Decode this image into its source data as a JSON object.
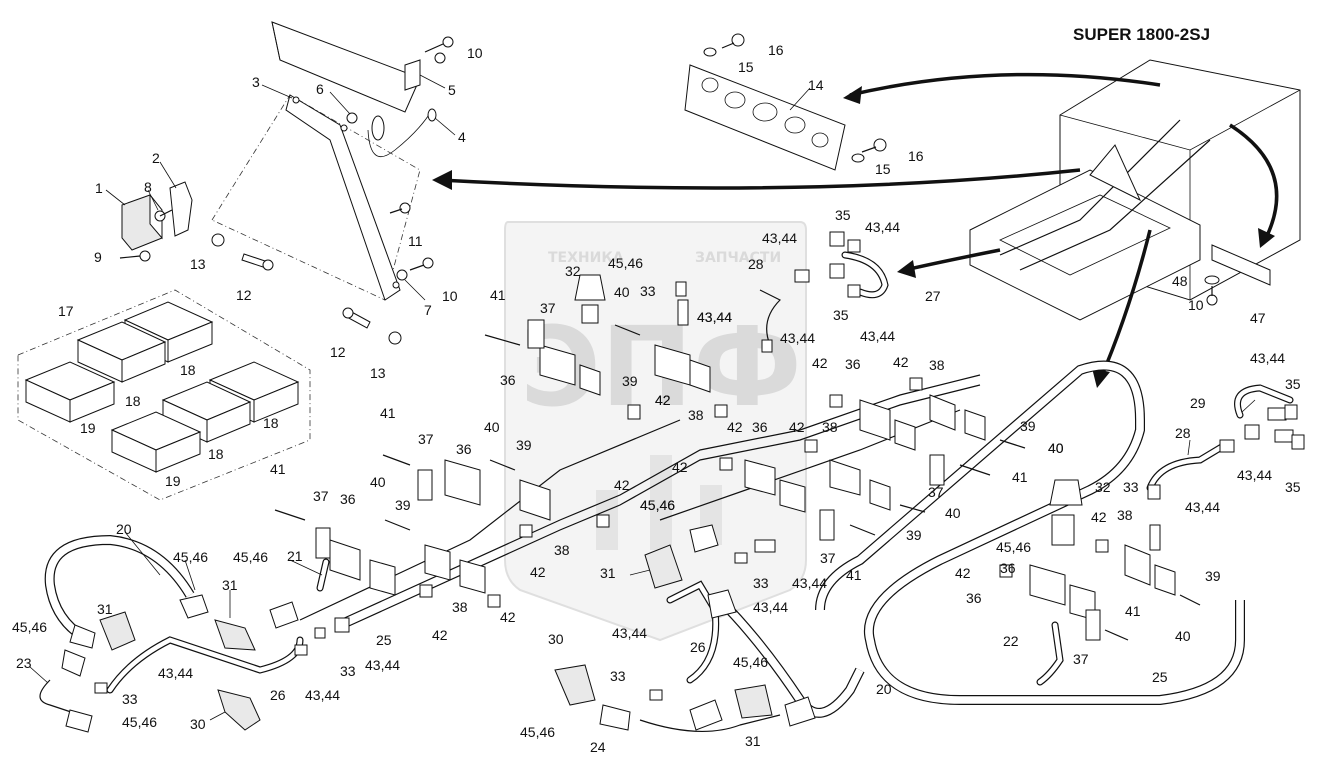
{
  "title": "SUPER 1800-2SJ",
  "watermark": {
    "top_left": "ТЕХНИКА",
    "top_right": "ЗАПЧАСТИ",
    "center": "ЭПФ"
  },
  "labels": [
    {
      "id": "l1",
      "text": "1"
    },
    {
      "id": "l2",
      "text": "2"
    },
    {
      "id": "l3",
      "text": "3"
    },
    {
      "id": "l4",
      "text": "4"
    },
    {
      "id": "l5",
      "text": "5"
    },
    {
      "id": "l6",
      "text": "6"
    },
    {
      "id": "l7",
      "text": "7"
    },
    {
      "id": "l8",
      "text": "8"
    },
    {
      "id": "l9",
      "text": "9"
    },
    {
      "id": "l10a",
      "text": "10"
    },
    {
      "id": "l10b",
      "text": "10"
    },
    {
      "id": "l10c",
      "text": "10"
    },
    {
      "id": "l11",
      "text": "11"
    },
    {
      "id": "l12a",
      "text": "12"
    },
    {
      "id": "l12b",
      "text": "12"
    },
    {
      "id": "l13a",
      "text": "13"
    },
    {
      "id": "l13b",
      "text": "13"
    },
    {
      "id": "l14",
      "text": "14"
    },
    {
      "id": "l15a",
      "text": "15"
    },
    {
      "id": "l15b",
      "text": "15"
    },
    {
      "id": "l16a",
      "text": "16"
    },
    {
      "id": "l16b",
      "text": "16"
    },
    {
      "id": "l17",
      "text": "17"
    },
    {
      "id": "l18a",
      "text": "18"
    },
    {
      "id": "l18b",
      "text": "18"
    },
    {
      "id": "l18c",
      "text": "18"
    },
    {
      "id": "l18d",
      "text": "18"
    },
    {
      "id": "l19a",
      "text": "19"
    },
    {
      "id": "l19b",
      "text": "19"
    },
    {
      "id": "l20a",
      "text": "20"
    },
    {
      "id": "l20b",
      "text": "20"
    },
    {
      "id": "l21",
      "text": "21"
    },
    {
      "id": "l22",
      "text": "22"
    },
    {
      "id": "l23",
      "text": "23"
    },
    {
      "id": "l24",
      "text": "24"
    },
    {
      "id": "l25a",
      "text": "25"
    },
    {
      "id": "l25b",
      "text": "25"
    },
    {
      "id": "l26a",
      "text": "26"
    },
    {
      "id": "l26b",
      "text": "26"
    },
    {
      "id": "l27",
      "text": "27"
    },
    {
      "id": "l28a",
      "text": "28"
    },
    {
      "id": "l28b",
      "text": "28"
    },
    {
      "id": "l29",
      "text": "29"
    },
    {
      "id": "l30a",
      "text": "30"
    },
    {
      "id": "l30b",
      "text": "30"
    },
    {
      "id": "l31a",
      "text": "31"
    },
    {
      "id": "l31b",
      "text": "31"
    },
    {
      "id": "l31c",
      "text": "31"
    },
    {
      "id": "l31d",
      "text": "31"
    },
    {
      "id": "l32a",
      "text": "32"
    },
    {
      "id": "l32b",
      "text": "32"
    },
    {
      "id": "l33a",
      "text": "33"
    },
    {
      "id": "l33b",
      "text": "33"
    },
    {
      "id": "l33c",
      "text": "33"
    },
    {
      "id": "l33d",
      "text": "33"
    },
    {
      "id": "l33e",
      "text": "33"
    },
    {
      "id": "l33f",
      "text": "33"
    },
    {
      "id": "l35a",
      "text": "35"
    },
    {
      "id": "l35b",
      "text": "35"
    },
    {
      "id": "l35c",
      "text": "35"
    },
    {
      "id": "l35d",
      "text": "35"
    },
    {
      "id": "l36a",
      "text": "36"
    },
    {
      "id": "l36b",
      "text": "36"
    },
    {
      "id": "l36c",
      "text": "36"
    },
    {
      "id": "l36d",
      "text": "36"
    },
    {
      "id": "l36e",
      "text": "36"
    },
    {
      "id": "l36f",
      "text": "36"
    },
    {
      "id": "l36g",
      "text": "36"
    },
    {
      "id": "l37a",
      "text": "37"
    },
    {
      "id": "l37b",
      "text": "37"
    },
    {
      "id": "l37c",
      "text": "37"
    },
    {
      "id": "l37d",
      "text": "37"
    },
    {
      "id": "l37e",
      "text": "37"
    },
    {
      "id": "l37f",
      "text": "37"
    },
    {
      "id": "l38a",
      "text": "38"
    },
    {
      "id": "l38b",
      "text": "38"
    },
    {
      "id": "l38c",
      "text": "38"
    },
    {
      "id": "l38d",
      "text": "38"
    },
    {
      "id": "l38e",
      "text": "38"
    },
    {
      "id": "l38f",
      "text": "38"
    },
    {
      "id": "l39a",
      "text": "39"
    },
    {
      "id": "l39b",
      "text": "39"
    },
    {
      "id": "l39c",
      "text": "39"
    },
    {
      "id": "l39d",
      "text": "39"
    },
    {
      "id": "l39e",
      "text": "39"
    },
    {
      "id": "l39f",
      "text": "39"
    },
    {
      "id": "l40a",
      "text": "40"
    },
    {
      "id": "l40b",
      "text": "40"
    },
    {
      "id": "l40c",
      "text": "40"
    },
    {
      "id": "l40d",
      "text": "40"
    },
    {
      "id": "l40e",
      "text": "40"
    },
    {
      "id": "l40f",
      "text": "40"
    },
    {
      "id": "l40g",
      "text": "40"
    },
    {
      "id": "l41a",
      "text": "41"
    },
    {
      "id": "l41b",
      "text": "41"
    },
    {
      "id": "l41c",
      "text": "41"
    },
    {
      "id": "l41d",
      "text": "41"
    },
    {
      "id": "l41e",
      "text": "41"
    },
    {
      "id": "l41f",
      "text": "41"
    },
    {
      "id": "l42a",
      "text": "42"
    },
    {
      "id": "l42b",
      "text": "42"
    },
    {
      "id": "l42c",
      "text": "42"
    },
    {
      "id": "l42d",
      "text": "42"
    },
    {
      "id": "l42e",
      "text": "42"
    },
    {
      "id": "l42f",
      "text": "42"
    },
    {
      "id": "l42g",
      "text": "42"
    },
    {
      "id": "l42h",
      "text": "42"
    },
    {
      "id": "l42i",
      "text": "42"
    },
    {
      "id": "l42j",
      "text": "42"
    },
    {
      "id": "l42k",
      "text": "42"
    },
    {
      "id": "l42l",
      "text": "42"
    },
    {
      "id": "l42m",
      "text": "42"
    },
    {
      "id": "l4344a",
      "text": "43,44"
    },
    {
      "id": "l4344b",
      "text": "43,44"
    },
    {
      "id": "l4344c",
      "text": "43,44"
    },
    {
      "id": "l4344d",
      "text": "43,44"
    },
    {
      "id": "l4344e",
      "text": "43,44"
    },
    {
      "id": "l4344f",
      "text": "43,44"
    },
    {
      "id": "l4344g",
      "text": "43,44"
    },
    {
      "id": "l4344h",
      "text": "43,44"
    },
    {
      "id": "l4344i",
      "text": "43,44"
    },
    {
      "id": "l4344j",
      "text": "43,44"
    },
    {
      "id": "l4344k",
      "text": "43,44"
    },
    {
      "id": "l4344l",
      "text": "43,44"
    },
    {
      "id": "l4344m",
      "text": "43,44"
    },
    {
      "id": "l4344n",
      "text": "43,44"
    },
    {
      "id": "l4344o",
      "text": "43,44"
    },
    {
      "id": "l4546a",
      "text": "45,46"
    },
    {
      "id": "l4546b",
      "text": "45,46"
    },
    {
      "id": "l4546c",
      "text": "45,46"
    },
    {
      "id": "l4546d",
      "text": "45,46"
    },
    {
      "id": "l4546e",
      "text": "45,46"
    },
    {
      "id": "l4546f",
      "text": "45,46"
    },
    {
      "id": "l4546g",
      "text": "45,46"
    },
    {
      "id": "l4546h",
      "text": "45,46"
    },
    {
      "id": "l4546i",
      "text": "45,46"
    },
    {
      "id": "l4546j",
      "text": "45,46"
    },
    {
      "id": "l47",
      "text": "47"
    },
    {
      "id": "l48",
      "text": "48"
    }
  ]
}
